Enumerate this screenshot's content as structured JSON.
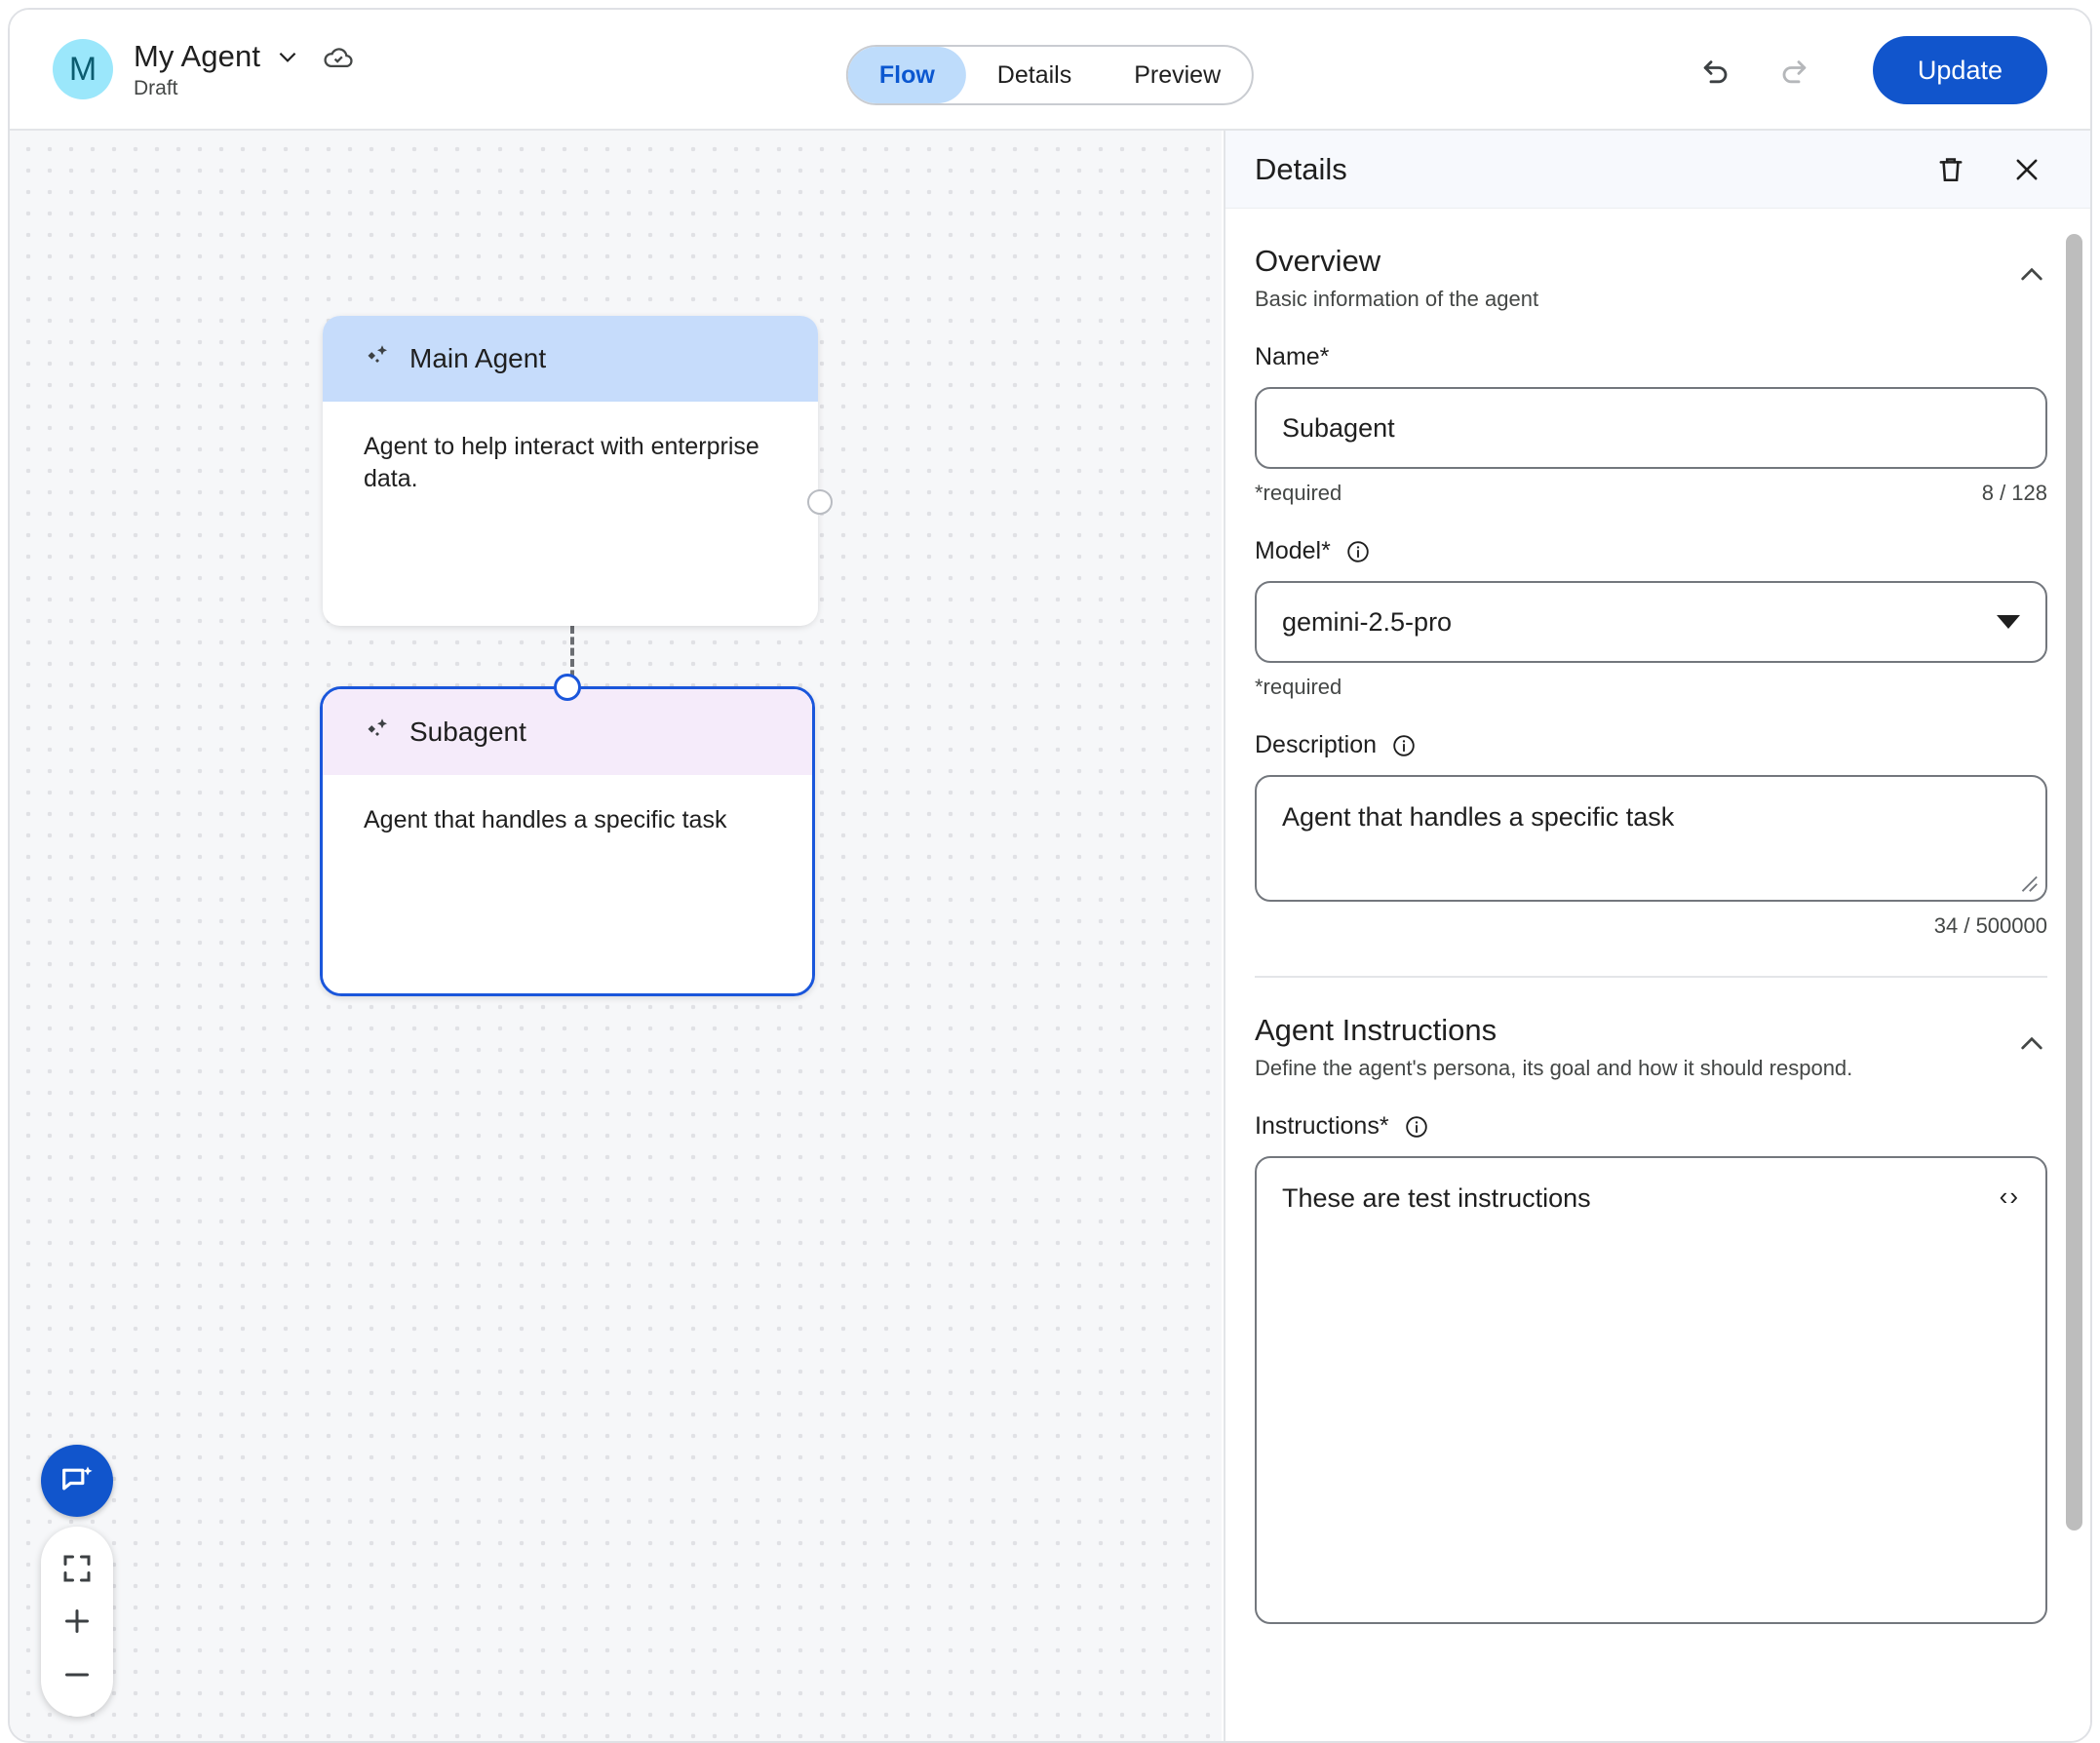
{
  "header": {
    "avatar_initial": "M",
    "agent_name": "My Agent",
    "status": "Draft",
    "chevron_icon": "chevron-down-icon",
    "cloud_icon": "cloud-done-icon",
    "tabs": [
      {
        "label": "Flow",
        "active": true
      },
      {
        "label": "Details",
        "active": false
      },
      {
        "label": "Preview",
        "active": false
      }
    ],
    "undo_icon": "undo-icon",
    "redo_icon": "redo-icon",
    "update_label": "Update",
    "accent_color": "#1155cc"
  },
  "canvas": {
    "nodes": [
      {
        "title": "Main Agent",
        "description": "Agent to help interact with enterprise data.",
        "header_color": "#C6DCFB",
        "selected": false,
        "icon": "sparkle-icon"
      },
      {
        "title": "Subagent",
        "description": "Agent that handles a specific task",
        "header_color": "#F5EBFA",
        "selected": true,
        "icon": "sparkle-icon"
      }
    ],
    "controls": {
      "assist_icon": "chat-sparkle-icon",
      "fit_icon": "fit-screen-icon",
      "zoom_in_icon": "plus-icon",
      "zoom_out_icon": "minus-icon"
    }
  },
  "panel": {
    "title": "Details",
    "delete_icon": "trash-icon",
    "close_icon": "close-icon",
    "overview": {
      "title": "Overview",
      "subtitle": "Basic information of the agent",
      "collapse_icon": "chevron-up-icon",
      "name": {
        "label": "Name*",
        "value": "Subagent",
        "required_note": "*required",
        "counter": "8 / 128"
      },
      "model": {
        "label": "Model*",
        "info_icon": "info-icon",
        "value": "gemini-2.5-pro",
        "required_note": "*required",
        "caret_icon": "caret-down-icon"
      },
      "description": {
        "label": "Description",
        "info_icon": "info-icon",
        "value": "Agent that handles a specific task",
        "counter": "34 / 500000"
      }
    },
    "agent_instructions": {
      "title": "Agent Instructions",
      "subtitle": "Define the agent's persona, its goal and how it should respond.",
      "collapse_icon": "chevron-up-icon",
      "instructions": {
        "label": "Instructions*",
        "info_icon": "info-icon",
        "value": "These are test instructions",
        "code_icon": "code-brackets-icon",
        "code_glyph": "‹›"
      }
    }
  }
}
